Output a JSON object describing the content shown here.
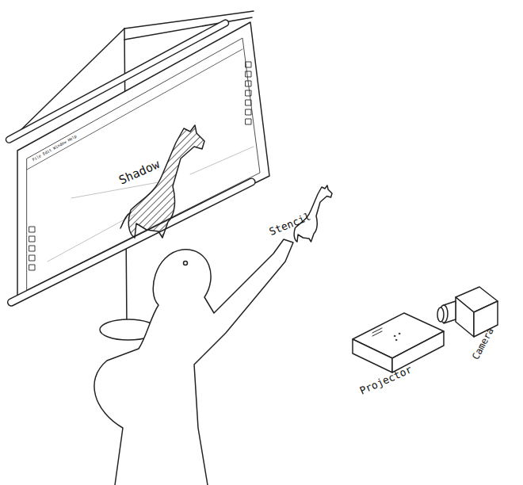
{
  "diagram": {
    "labels": [
      "Shadow",
      "Stencil",
      "Projector",
      "Camera",
      "File Edit Window Help"
    ]
  }
}
